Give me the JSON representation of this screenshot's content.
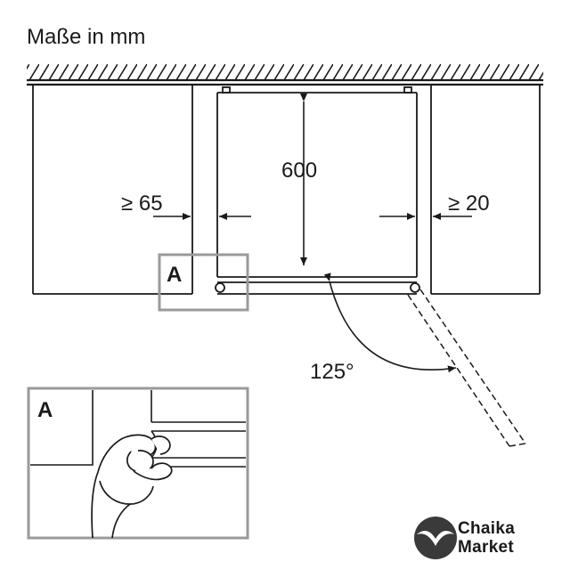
{
  "title": "Maße in mm",
  "dimensions": {
    "height": "600",
    "left_gap": "≥ 65",
    "right_gap": "≥ 20",
    "door_angle": "125°"
  },
  "detail": {
    "marker_label": "A",
    "inset_label": "A"
  },
  "logo": {
    "line1": "Chaika",
    "line2": "Market",
    "icon": "seagull-icon"
  },
  "colors": {
    "line": "#1a1a1a",
    "detail_frame": "#9a9a9a",
    "background": "#ffffff"
  }
}
